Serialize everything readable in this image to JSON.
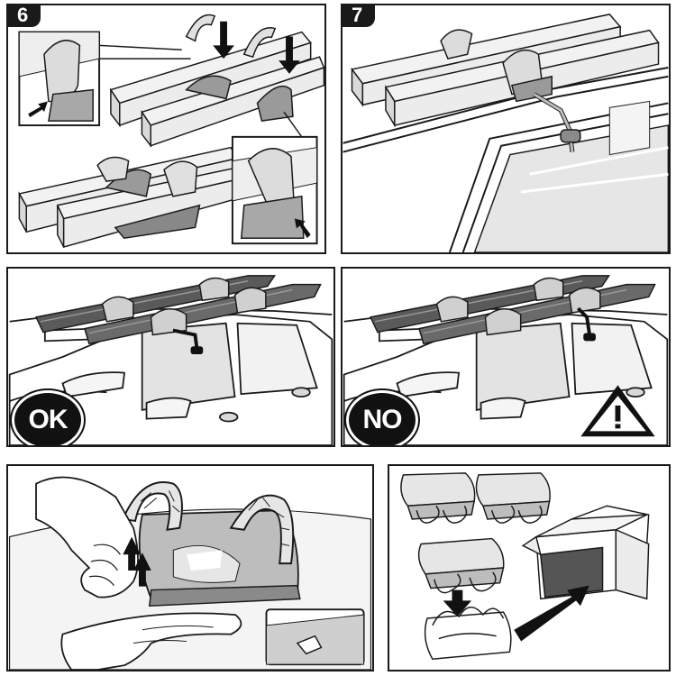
{
  "steps": {
    "six": "6",
    "seven": "7"
  },
  "verdicts": {
    "ok": "OK",
    "no": "NO"
  },
  "icons": {
    "warning": "warning-triangle-icon",
    "arrow": "arrow-icon"
  },
  "colors": {
    "line": "#1a1a1a",
    "gray_light": "#e6e6e6",
    "gray_mid": "#bdbdbd",
    "gray_dark": "#8a8a8a",
    "badge": "#1a1a1a"
  }
}
